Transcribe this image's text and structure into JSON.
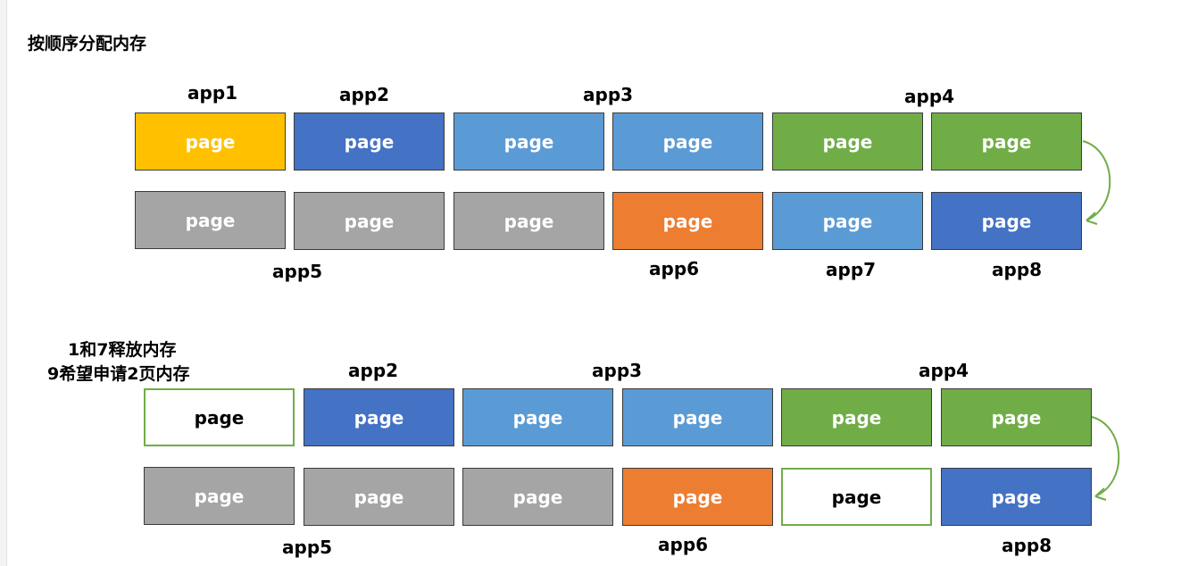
{
  "diagram1": {
    "title": "按顺序分配内存",
    "app_labels": [
      "app1",
      "app2",
      "app3",
      "app4",
      "app5",
      "app6",
      "app7",
      "app8"
    ],
    "pages": [
      {
        "label": "page",
        "app": "app1",
        "fill": "#ffc000"
      },
      {
        "label": "page",
        "app": "app2",
        "fill": "#4472c4"
      },
      {
        "label": "page",
        "app": "app3",
        "fill": "#5b9bd5"
      },
      {
        "label": "page",
        "app": "app3",
        "fill": "#5b9bd5"
      },
      {
        "label": "page",
        "app": "app4",
        "fill": "#70ad47"
      },
      {
        "label": "page",
        "app": "app4",
        "fill": "#70ad47"
      },
      {
        "label": "page",
        "app": "app5",
        "fill": "#a5a5a5"
      },
      {
        "label": "page",
        "app": "app5",
        "fill": "#a5a5a5"
      },
      {
        "label": "page",
        "app": "app5",
        "fill": "#a5a5a5"
      },
      {
        "label": "page",
        "app": "app6",
        "fill": "#ed7d31"
      },
      {
        "label": "page",
        "app": "app7",
        "fill": "#5b9bd5"
      },
      {
        "label": "page",
        "app": "app8",
        "fill": "#4472c4"
      }
    ]
  },
  "diagram2": {
    "title_line1": "1和7释放内存",
    "title_line2": "9希望申请2页内存",
    "app_labels": [
      "app2",
      "app3",
      "app4",
      "app5",
      "app6",
      "app8"
    ],
    "pages": [
      {
        "label": "page",
        "app": "",
        "fill": "#ffffff",
        "free": true
      },
      {
        "label": "page",
        "app": "app2",
        "fill": "#4472c4"
      },
      {
        "label": "page",
        "app": "app3",
        "fill": "#5b9bd5"
      },
      {
        "label": "page",
        "app": "app3",
        "fill": "#5b9bd5"
      },
      {
        "label": "page",
        "app": "app4",
        "fill": "#70ad47"
      },
      {
        "label": "page",
        "app": "app4",
        "fill": "#70ad47"
      },
      {
        "label": "page",
        "app": "app5",
        "fill": "#a5a5a5"
      },
      {
        "label": "page",
        "app": "app5",
        "fill": "#a5a5a5"
      },
      {
        "label": "page",
        "app": "app5",
        "fill": "#a5a5a5"
      },
      {
        "label": "page",
        "app": "app6",
        "fill": "#ed7d31"
      },
      {
        "label": "page",
        "app": "",
        "fill": "#ffffff",
        "free": true
      },
      {
        "label": "page",
        "app": "app8",
        "fill": "#4472c4"
      }
    ]
  },
  "colors": {
    "arrow": "#70ad47",
    "page_border": "#3b3b3b",
    "free_border": "#70ad47"
  }
}
